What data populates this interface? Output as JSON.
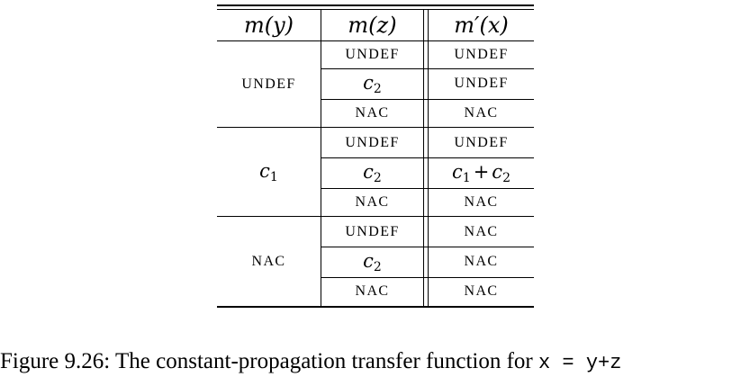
{
  "table": {
    "headers": {
      "y": "m(y)",
      "z": "m(z)",
      "x": "m′(x)"
    },
    "groups": [
      {
        "my": {
          "kind": "text",
          "text": "UNDEF"
        },
        "rows": [
          {
            "mz": {
              "kind": "text",
              "text": "UNDEF"
            },
            "mx": {
              "kind": "text",
              "text": "UNDEF"
            }
          },
          {
            "mz": {
              "kind": "sym",
              "base": "c",
              "sub": "2"
            },
            "mx": {
              "kind": "text",
              "text": "UNDEF"
            }
          },
          {
            "mz": {
              "kind": "text",
              "text": "NAC"
            },
            "mx": {
              "kind": "text",
              "text": "NAC"
            }
          }
        ]
      },
      {
        "my": {
          "kind": "sym",
          "base": "c",
          "sub": "1"
        },
        "rows": [
          {
            "mz": {
              "kind": "text",
              "text": "UNDEF"
            },
            "mx": {
              "kind": "text",
              "text": "UNDEF"
            }
          },
          {
            "mz": {
              "kind": "sym",
              "base": "c",
              "sub": "2"
            },
            "mx": {
              "kind": "sum",
              "a": "c",
              "a_sub": "1",
              "op": "+",
              "b": "c",
              "b_sub": "2"
            }
          },
          {
            "mz": {
              "kind": "text",
              "text": "NAC"
            },
            "mx": {
              "kind": "text",
              "text": "NAC"
            }
          }
        ]
      },
      {
        "my": {
          "kind": "text",
          "text": "NAC"
        },
        "rows": [
          {
            "mz": {
              "kind": "text",
              "text": "UNDEF"
            },
            "mx": {
              "kind": "text",
              "text": "NAC"
            }
          },
          {
            "mz": {
              "kind": "sym",
              "base": "c",
              "sub": "2"
            },
            "mx": {
              "kind": "text",
              "text": "NAC"
            }
          },
          {
            "mz": {
              "kind": "text",
              "text": "NAC"
            },
            "mx": {
              "kind": "text",
              "text": "NAC"
            }
          }
        ]
      }
    ]
  },
  "caption": {
    "label": "Figure 9.26:",
    "text": "The constant-propagation transfer function for",
    "code": "x = y+z"
  }
}
